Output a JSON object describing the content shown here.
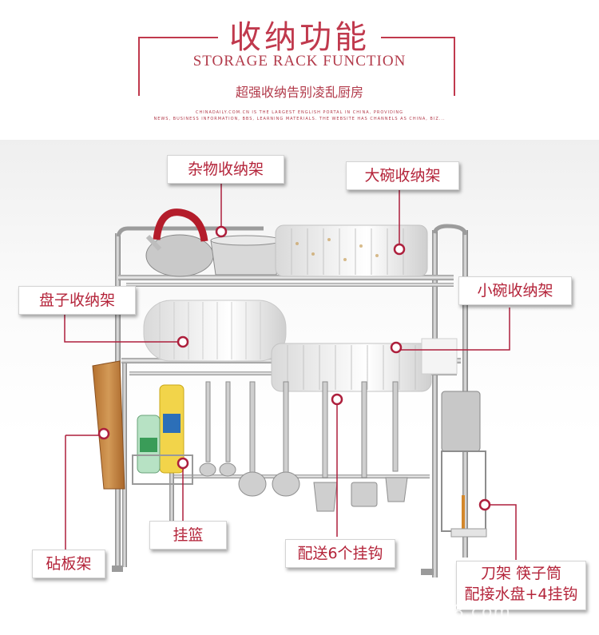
{
  "header": {
    "title": "收纳功能",
    "subtitle_en": "STORAGE RACK FUNCTION",
    "subtitle_cn": "超强收纳告别凌乱厨房",
    "fine_print_1": "CHINADAILY.COM.CN IS THE LARGEST ENGLISH PORTAL IN CHINA, PROVIDING",
    "fine_print_2": "NEWS, BUSINESS INFORMATION, BBS, LEARNING MATERIALS. THE WEBSITE HAS CHANNELS AS CHINA, BIZ..."
  },
  "labels": {
    "misc": "杂物收纳架",
    "big_bowl": "大碗收纳架",
    "plate": "盘子收纳架",
    "small_bowl": "小碗收纳架",
    "cutting_board": "砧板架",
    "basket": "挂篮",
    "hooks": "配送6个挂钩",
    "knife_line1": "刀架  筷子筒",
    "knife_line2": "配接水盘+4挂钩"
  },
  "watermark": "...b6.1688.com",
  "colors": {
    "accent": "#c0394d",
    "label_text": "#b4243a",
    "marker": "#ad1f3c"
  }
}
